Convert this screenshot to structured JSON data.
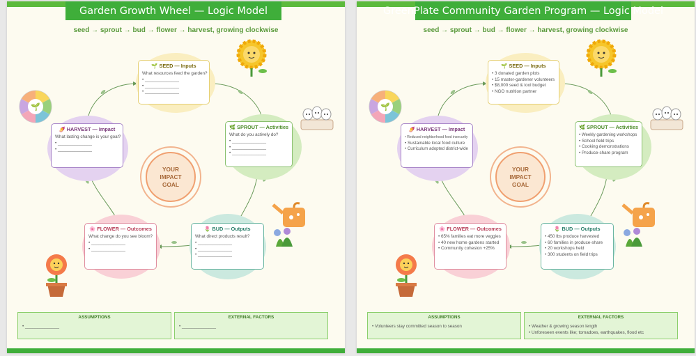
{
  "subtitle": "seed → sprout → bud → flower → harvest, growing clockwise",
  "goal": "YOUR\nIMPACT\nGOAL",
  "templates": [
    {
      "title": "Garden Growth Wheel — Logic Model",
      "seed": {
        "header": "SEED — Inputs",
        "question": "What resources feed the garden?",
        "items": [
          "______________",
          "______________",
          "______________"
        ]
      },
      "sprout": {
        "header": "SPROUT — Activities",
        "question": "What do you actively do?",
        "items": [
          "______________",
          "______________",
          "______________"
        ]
      },
      "bud": {
        "header": "BUD — Outputs",
        "question": "What direct products result?",
        "items": [
          "______________",
          "______________",
          "______________"
        ]
      },
      "flower": {
        "header": "FLOWER — Outcomes",
        "question": "What change do you see bloom?",
        "items": [
          "______________",
          "______________"
        ]
      },
      "harvest": {
        "header": "HARVEST — Impact",
        "question": "What lasting change is your goal?",
        "items": [
          "______________",
          "______________"
        ]
      },
      "assumptions": {
        "header": "ASSUMPTIONS",
        "items": [
          "______________"
        ]
      },
      "external": {
        "header": "EXTERNAL FACTORS",
        "items": [
          "______________"
        ]
      }
    },
    {
      "title": "GreenPlate Community Garden Program — Logic Model",
      "seed": {
        "header": "SEED — Inputs",
        "question": "",
        "items": [
          "3 donated garden plots",
          "15 master-gardener volunteers",
          "$8,000 seed & tool budget",
          "NGO nutrition partner"
        ]
      },
      "sprout": {
        "header": "SPROUT — Activities",
        "question": "",
        "items": [
          "Weekly gardening workshops",
          "School field trips",
          "Cooking demonstrations",
          "Produce-share program"
        ]
      },
      "bud": {
        "header": "BUD — Outputs",
        "question": "",
        "items": [
          "450 lbs produce harvested",
          "60 families in produce-share",
          "20 workshops held",
          "300 students on field trips"
        ]
      },
      "flower": {
        "header": "FLOWER — Outcomes",
        "question": "",
        "items": [
          "65% families eat more veggies",
          "40 new home gardens started",
          "Community cohesion +25%"
        ]
      },
      "harvest": {
        "header": "HARVEST — Impact",
        "question": "",
        "items": [
          "Reduced neighborhood food insecurity",
          "Sustainable local food culture",
          "Curriculum adopted district-wide"
        ]
      },
      "assumptions": {
        "header": "ASSUMPTIONS",
        "items": [
          "Volunteers stay committed season to season"
        ]
      },
      "external": {
        "header": "EXTERNAL FACTORS",
        "items": [
          "Weather & growing season length",
          "Unforeseen events like; tornadoes, earthquakes, flood etc"
        ]
      }
    }
  ],
  "colors": {
    "title_bar": "#3fae3a",
    "seed": "#faeec0",
    "sprout": "#d4ecc0",
    "bud": "#cbe9df",
    "flower": "#f9d0d6",
    "harvest": "#e4d2f0",
    "footer": "#e3f5d6"
  },
  "icons": {
    "seed": "seedling-icon",
    "sprout": "leaf-icon",
    "bud": "bud-icon",
    "flower": "blossom-icon",
    "harvest": "beet-icon"
  }
}
